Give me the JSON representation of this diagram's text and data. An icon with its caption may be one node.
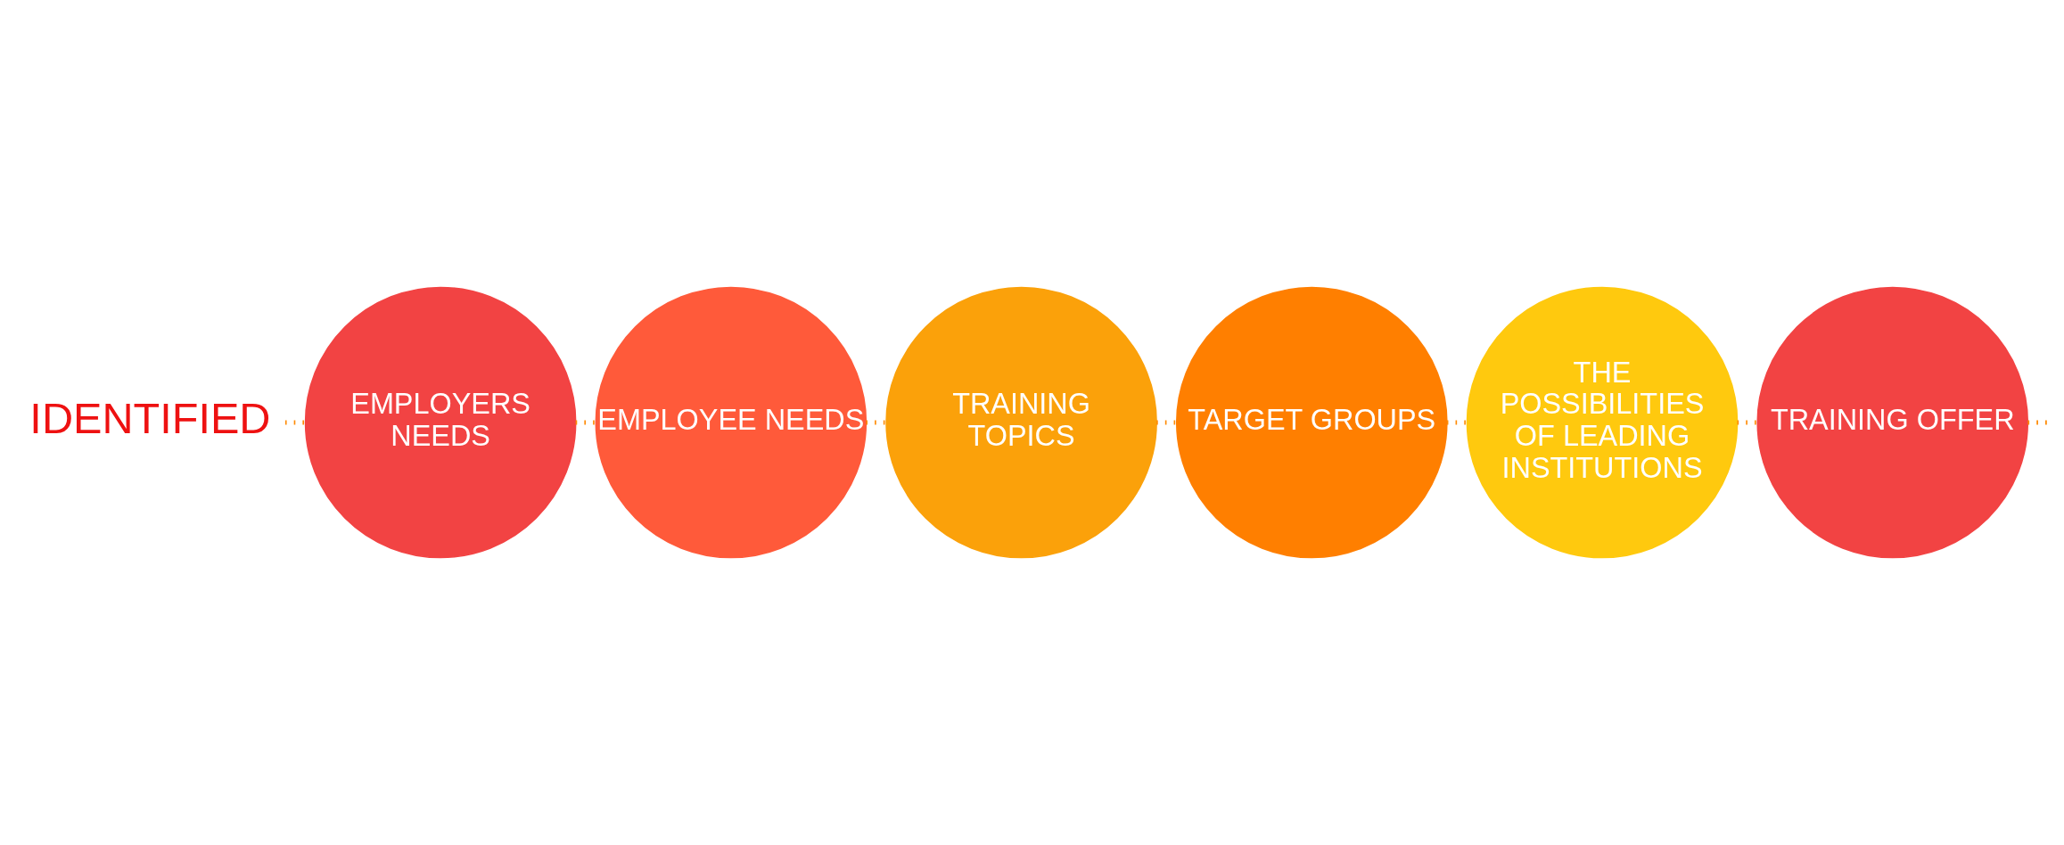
{
  "diagram": {
    "nodes": [
      {
        "text": [
          "IDENTIFIED"
        ]
      },
      {
        "text": [
          "EMPLOYERS NEEDS"
        ]
      },
      {
        "text": [
          "EMPLOYEE NEEDS"
        ]
      },
      {
        "text": [
          "TARGET GROUPS"
        ]
      },
      {
        "text": [
          "TRAINING TOPICS"
        ]
      },
      {
        "text": [
          "THE POSSIBILITIES OF LEADING INSTITUTIONS"
        ]
      },
      {
        "text": [
          "TRAINING OFFER"
        ]
      }
    ],
    "edges": [
      {
        "from": 0,
        "to": 1,
        "arrow": "none"
      },
      {
        "from": 1,
        "to": 2,
        "arrow": "none"
      },
      {
        "from": 2,
        "to": 4,
        "arrow": "none"
      },
      {
        "from": 4,
        "to": 3,
        "arrow": "none"
      },
      {
        "from": 3,
        "to": 5,
        "arrow": "none"
      },
      {
        "from": 5,
        "to": 6,
        "arrow": "none"
      },
      {
        "from": 6,
        "to": null,
        "arrow": "none"
      }
    ]
  }
}
